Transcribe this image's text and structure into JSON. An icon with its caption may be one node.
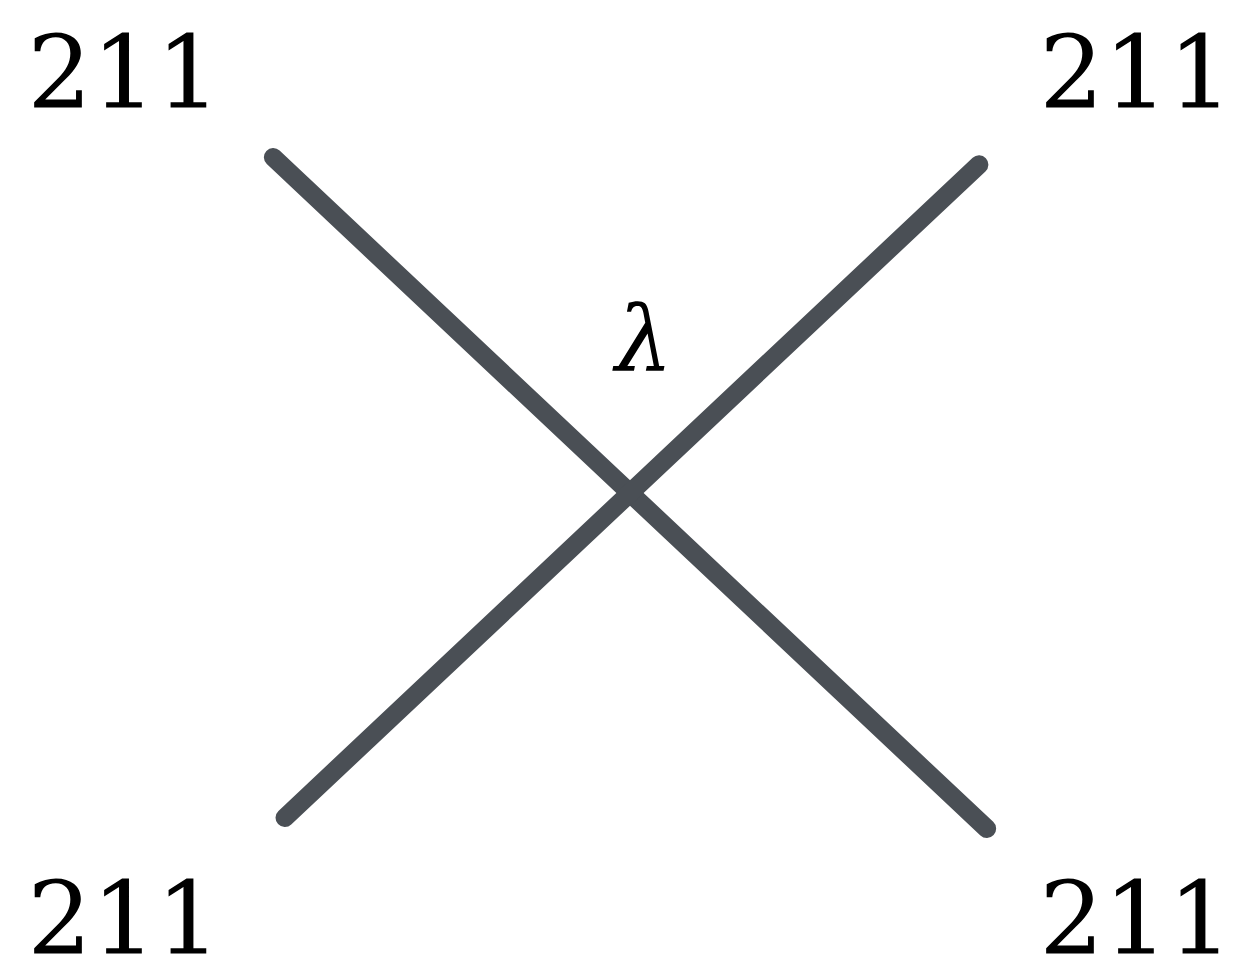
{
  "diagram": {
    "nodes": [
      {
        "text": [
          "211"
        ]
      },
      {
        "text": [
          "211"
        ]
      },
      {
        "text": [
          "211"
        ]
      },
      {
        "text": [
          "211"
        ]
      }
    ],
    "edges": [
      {
        "from": 0,
        "to": 3,
        "arrow": "none"
      },
      {
        "from": 2,
        "to": 1,
        "arrow": "none"
      }
    ],
    "labels": [
      "λ"
    ]
  }
}
